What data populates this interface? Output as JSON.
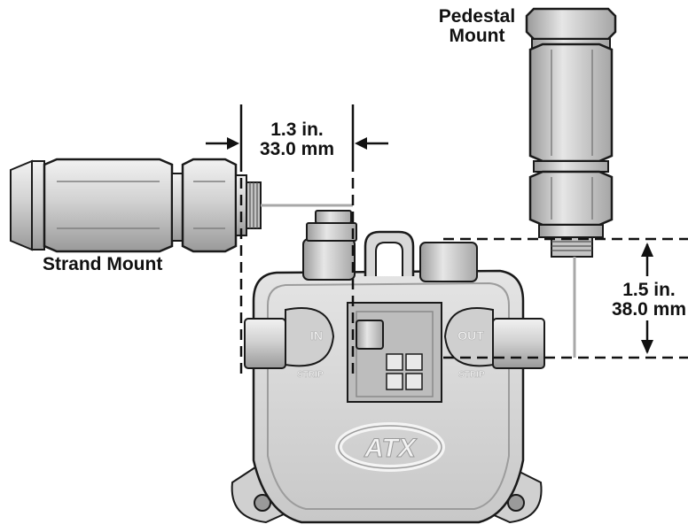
{
  "labels": {
    "pedestal_line1": "Pedestal",
    "pedestal_line2": "Mount",
    "strand": "Strand Mount",
    "horizontal_dimension": {
      "imperial": "1.3 in.",
      "metric": "33.0 mm"
    },
    "vertical_dimension": {
      "imperial": "1.5 in.",
      "metric": "38.0 mm"
    },
    "port_in": "IN",
    "port_out": "OUT",
    "strip_left": "STRIP",
    "strip_right": "STRIP",
    "logo": "ATX"
  },
  "colors": {
    "metal_light": "#dcdcdc",
    "metal_mid": "#bdbdbd",
    "metal_dark": "#8f8f8f",
    "outline": "#1a1a1a",
    "housing": "#d6d6d6"
  }
}
